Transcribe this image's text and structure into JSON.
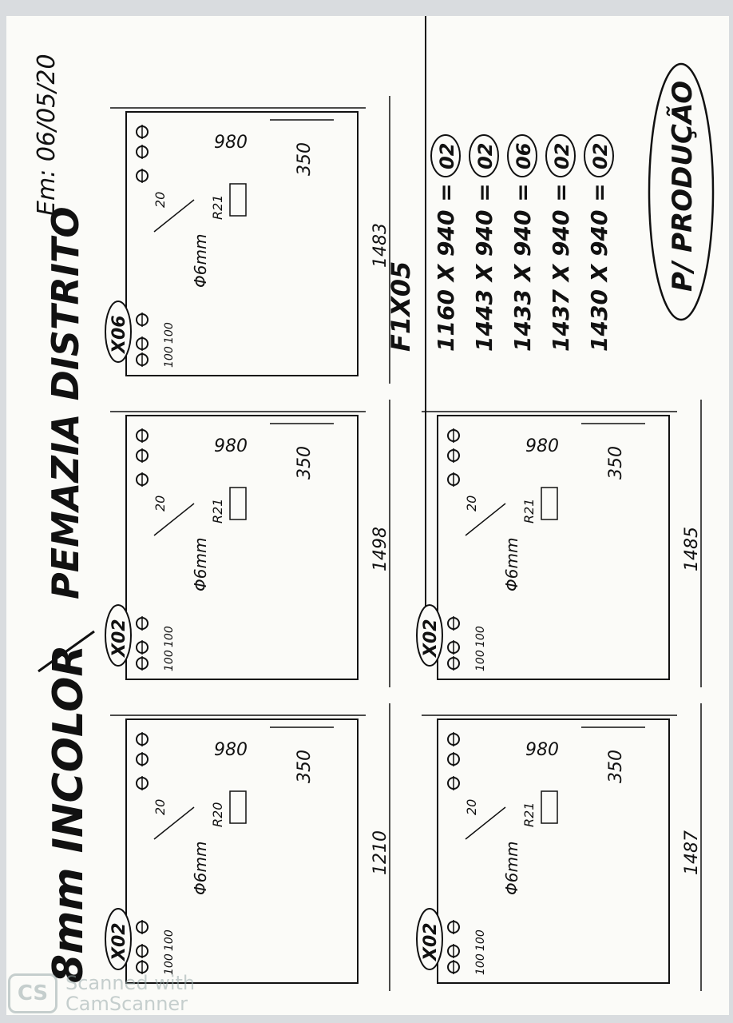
{
  "header": {
    "title_left": "8mm INCOLOR",
    "title_right": "PEMAZIA DISTRITO",
    "date": "Em: 06/05/20"
  },
  "panels": [
    {
      "qty": "X02",
      "width": "1210",
      "height": "980",
      "drill": "350",
      "radius": "R20",
      "hole_note": "Φ6mm",
      "spacing_a": "100",
      "spacing_b": "100",
      "offset": "20"
    },
    {
      "qty": "X02",
      "width": "1487",
      "height": "980",
      "drill": "350",
      "radius": "R21",
      "hole_note": "Φ6mm",
      "spacing_a": "100",
      "spacing_b": "100",
      "offset": "20"
    },
    {
      "qty": "X02",
      "width": "1498",
      "height": "980",
      "drill": "350",
      "radius": "R21",
      "hole_note": "Φ6mm",
      "spacing_a": "100",
      "spacing_b": "100",
      "offset": "20"
    },
    {
      "qty": "X02",
      "width": "1485",
      "height": "980",
      "drill": "350",
      "radius": "R21",
      "hole_note": "Φ6mm",
      "spacing_a": "100",
      "spacing_b": "100",
      "offset": "20"
    },
    {
      "qty": "X06",
      "width": "1483",
      "height": "980",
      "drill": "350",
      "radius": "R21",
      "hole_note": "Φ6mm",
      "spacing_a": "100",
      "spacing_b": "100",
      "offset": "20"
    }
  ],
  "list": {
    "heading": "F1X05",
    "items": [
      {
        "dims": "1160 X 940 =",
        "qty": "02"
      },
      {
        "dims": "1443 X 940 =",
        "qty": "02"
      },
      {
        "dims": "1433 X 940 =",
        "qty": "06"
      },
      {
        "dims": "1437 X 940 =",
        "qty": "02"
      },
      {
        "dims": "1430 X 940 =",
        "qty": "02"
      }
    ]
  },
  "stamp": {
    "text": "P/ PRODUÇÃO"
  },
  "watermark": {
    "logo": "CS",
    "line1": "Scanned with",
    "line2": "CamScanner"
  }
}
